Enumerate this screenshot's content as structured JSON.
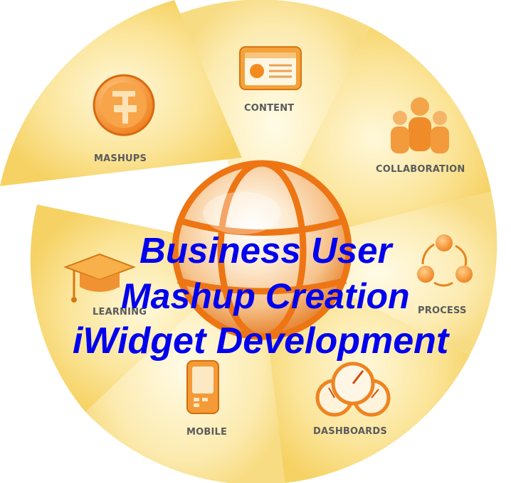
{
  "segments": {
    "content": "CONTENT",
    "mashups": "MASHUPS",
    "collaboration": "COLLABORATION",
    "learning": "LEARNING",
    "process": "PROCESS",
    "mobile": "MOBILE",
    "dashboards": "DASHBOARDS"
  },
  "headline": {
    "line1": "Business User",
    "line2": "Mashup Creation",
    "line3": "iWidget Development"
  },
  "colors": {
    "headline": "#0000ee",
    "ring_light": "#fdf3c4",
    "ring_dark": "#f7d56a",
    "globe": "#f07a1a",
    "label": "#5a5a5a"
  },
  "icons": [
    "content-icon",
    "mashups-icon",
    "collaboration-icon",
    "learning-icon",
    "process-icon",
    "mobile-icon",
    "dashboards-icon",
    "globe-icon"
  ]
}
